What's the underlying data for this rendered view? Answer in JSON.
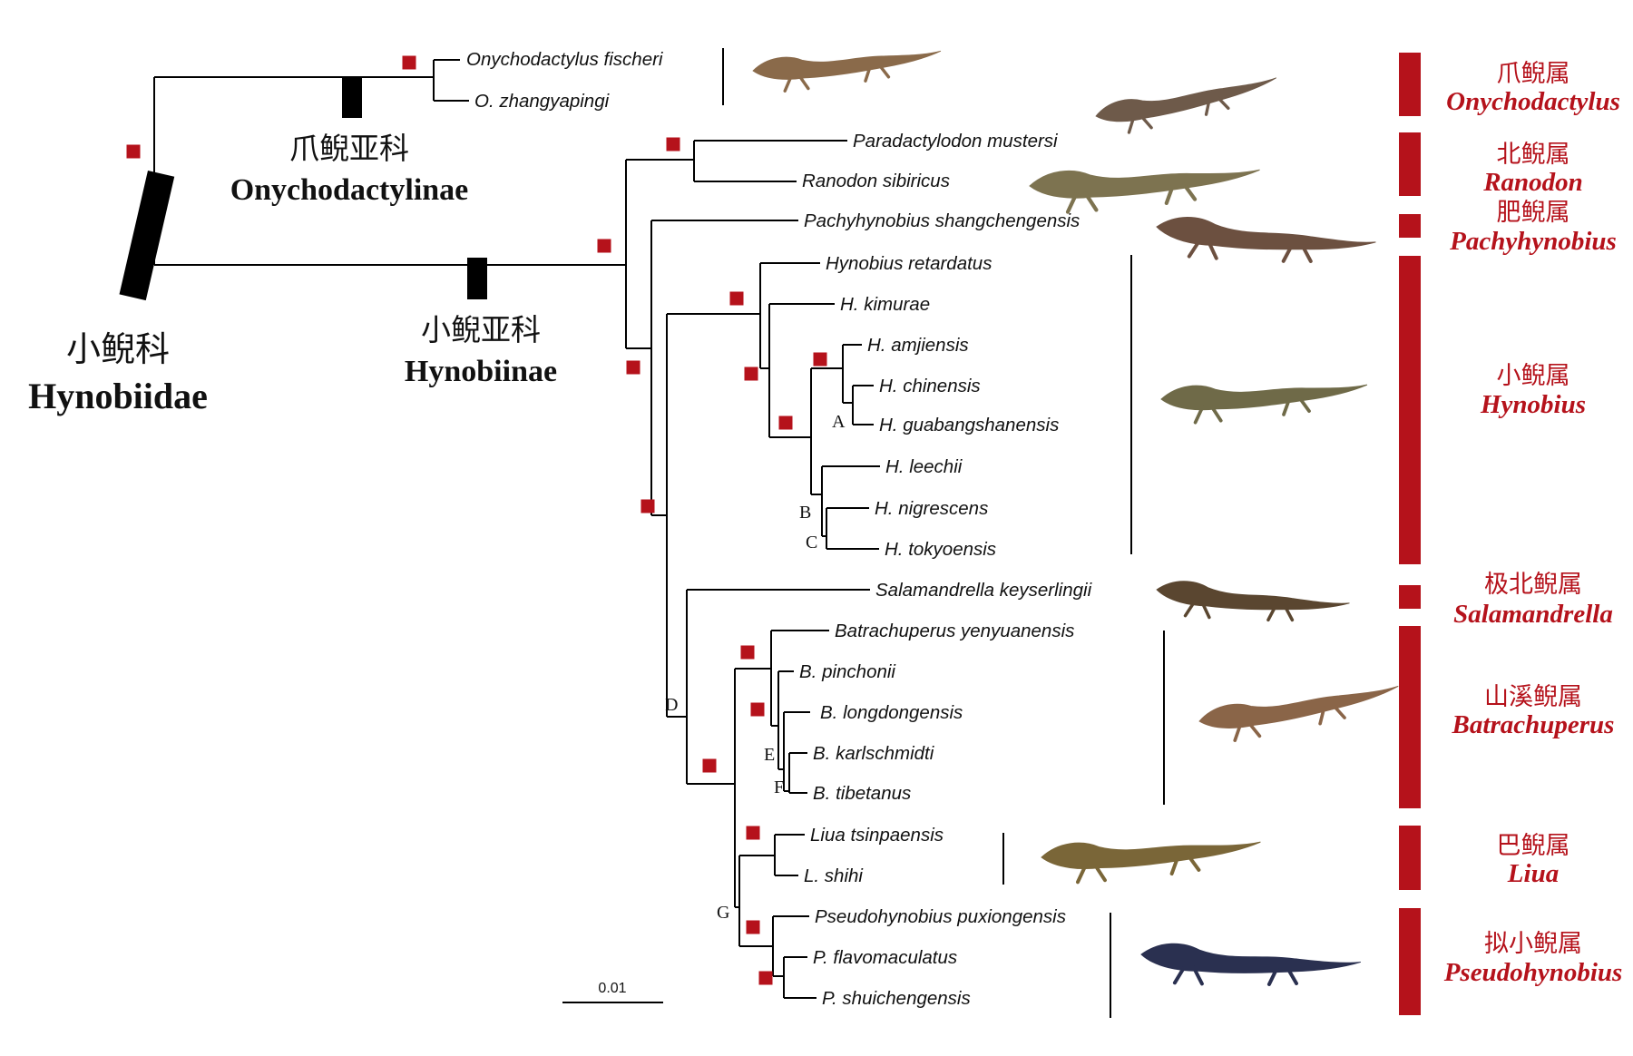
{
  "colors": {
    "accent": "#b5121b",
    "branch": "#000000",
    "text": "#111111"
  },
  "family": {
    "name_cn": "小鲵科",
    "name_latin": "Hynobiidae"
  },
  "subfamilies": [
    {
      "name_cn": "爪鲵亚科",
      "name_latin": "Onychodactylinae"
    },
    {
      "name_cn": "小鲵亚科",
      "name_latin": "Hynobiinae"
    }
  ],
  "taxa": [
    "Onychodactylus fischeri",
    "O. zhangyapingi",
    "Paradactylodon mustersi",
    "Ranodon sibiricus",
    "Pachyhynobius shangchengensis",
    "Hynobius retardatus",
    "H. kimurae",
    "H. amjiensis",
    "H. chinensis",
    "H. guabangshanensis",
    "H. leechii",
    "H. nigrescens",
    "H. tokyoensis",
    "Salamandrella keyserlingii",
    "Batrachuperus yenyuanensis",
    "B. pinchonii",
    "B. longdongensis",
    "B. karlschmidti",
    "B. tibetanus",
    "Liua tsinpaensis",
    "L. shihi",
    "Pseudohynobius puxiongensis",
    "P. flavomaculatus",
    "P. shuichengensis"
  ],
  "node_labels": [
    "A",
    "B",
    "C",
    "D",
    "E",
    "F",
    "G"
  ],
  "genera": [
    {
      "name_cn": "爪鲵属",
      "name_latin": "Onychodactylus"
    },
    {
      "name_cn": "北鲵属",
      "name_latin": "Ranodon"
    },
    {
      "name_cn": "肥鲵属",
      "name_latin": "Pachyhynobius"
    },
    {
      "name_cn": "小鲵属",
      "name_latin": "Hynobius"
    },
    {
      "name_cn": "极北鲵属",
      "name_latin": "Salamandrella"
    },
    {
      "name_cn": "山溪鲵属",
      "name_latin": "Batrachuperus"
    },
    {
      "name_cn": "巴鲵属",
      "name_latin": "Liua"
    },
    {
      "name_cn": "拟小鲵属",
      "name_latin": "Pseudohynobius"
    }
  ],
  "scale_bar": {
    "label": "0.01"
  },
  "icons": {
    "support_marker": "red-square-marker",
    "specimen": "salamander-photo"
  }
}
